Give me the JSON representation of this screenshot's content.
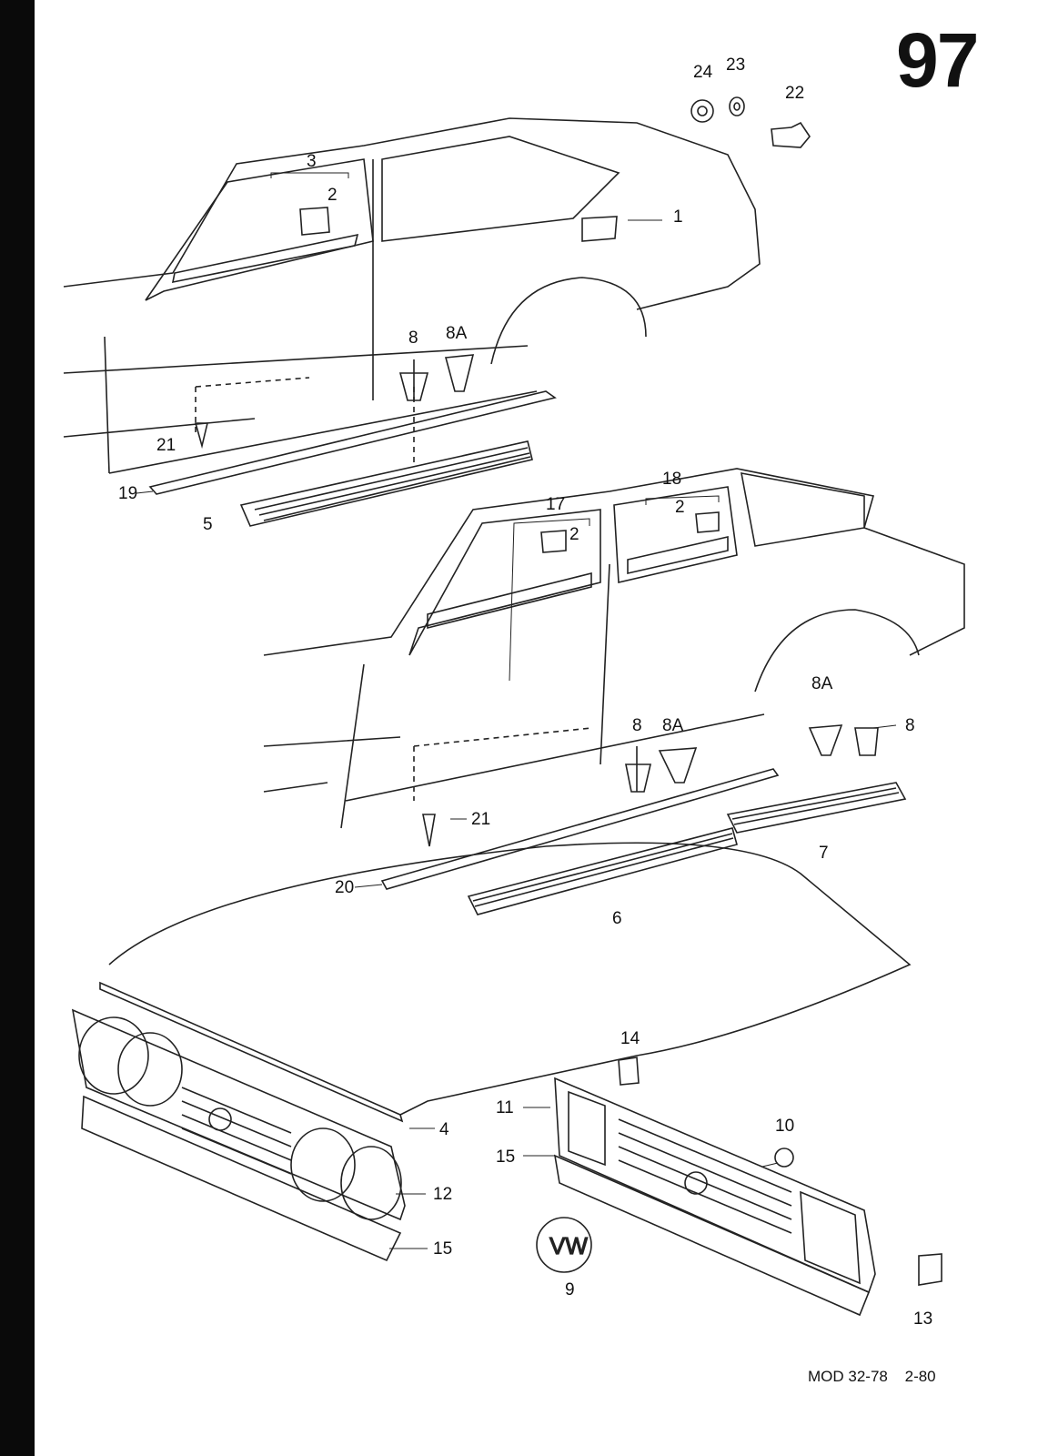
{
  "page_number": "97",
  "footer": {
    "model": "MOD 32-78",
    "date": "2-80"
  },
  "callouts": {
    "c1": "1",
    "c2a": "2",
    "c2b": "2",
    "c2c": "2",
    "c3": "3",
    "c4": "4",
    "c5": "5",
    "c6": "6",
    "c7": "7",
    "c8a": "8",
    "c8b": "8",
    "c8c": "8",
    "c8Aa": "8A",
    "c8Ab": "8A",
    "c8Ac": "8A",
    "c9": "9",
    "c10": "10",
    "c11": "11",
    "c12": "12",
    "c13": "13",
    "c14": "14",
    "c15a": "15",
    "c15b": "15",
    "c17": "17",
    "c18": "18",
    "c19": "19",
    "c20": "20",
    "c21a": "21",
    "c21b": "21",
    "c22": "22",
    "c23": "23",
    "c24": "24"
  }
}
